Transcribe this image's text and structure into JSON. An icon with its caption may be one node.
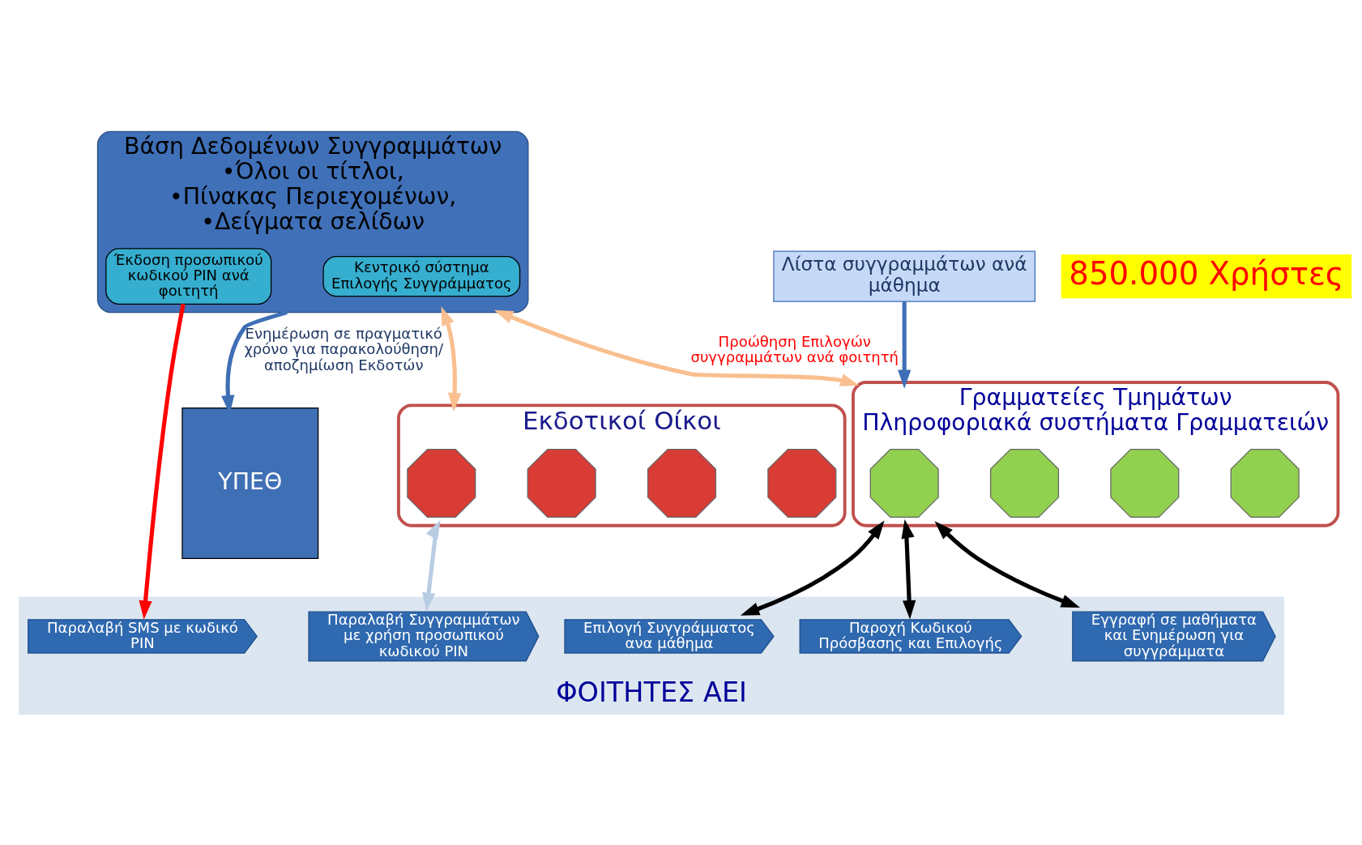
{
  "diagram": {
    "nodes": [
      {
        "text": [
          "ΥΠΕΘ"
        ]
      },
      {
        "text": [
          "Βάση Δεδομένων Συγγραμμάτων",
          "•Όλοι οι τίτλοι,",
          "•Πίνακας Περιεχομένων,",
          "•Δείγματα σελίδων"
        ]
      },
      {
        "text": [
          "Κεντρικό σύστημα",
          "Επιλογής Συγγράμματος"
        ],
        "in": 1
      },
      {
        "text": [
          "Έκδοση προσωπικού κωδικού PIN ανά φοιτητή"
        ],
        "in": 1
      },
      {
        "text": [
          "Εκδοτικοί Οίκοι"
        ]
      },
      {
        "text": [],
        "shape": "octagon",
        "in": 4
      },
      {
        "text": [],
        "shape": "octagon",
        "in": 4
      },
      {
        "text": [],
        "shape": "octagon",
        "in": 4
      },
      {
        "text": [],
        "shape": "octagon",
        "in": 4
      },
      {
        "text": [
          "Γραμματείες Τμημάτων",
          "Πληροφοριακά συστήματα Γραμματειών"
        ]
      },
      {
        "text": [],
        "shape": "octagon",
        "in": 9
      },
      {
        "text": [],
        "shape": "octagon",
        "in": 9
      },
      {
        "text": [],
        "shape": "octagon",
        "in": 9
      },
      {
        "text": [],
        "shape": "octagon",
        "in": 9
      },
      {
        "text": [
          "Λίστα συγγραμμάτων ανά μάθημα"
        ]
      },
      {
        "text": [
          "ΦΟΙΤΗΤΕΣ ΑΕΙ"
        ]
      },
      {
        "text": [
          "Παροχή Κωδικού Πρόσβασης και Επιλογής"
        ],
        "in": 15
      },
      {
        "text": [
          "Εγγραφή σε μαθήματα και Ενημέρωση για συγγράμματα"
        ],
        "in": 15
      },
      {
        "text": [
          "Επιλογή Συγγράμματος ανα μάθημα"
        ],
        "in": 15
      },
      {
        "text": [
          "Παραλαβή SMS με κωδικό PIN"
        ],
        "in": 15
      },
      {
        "text": [
          "Παραλαβή Συγγραμμάτων με χρήση προσωπικού κωδικού PIN"
        ],
        "in": 15
      },
      {
        "text": [
          "850.000 Χρήστες"
        ]
      }
    ],
    "edges": [
      {
        "from": 1,
        "to": 0,
        "arrow": "to",
        "color": "#3f6fb5",
        "label": "Ενημέρωση σε πραγματικό χρόνο για παρακολούθηση/ αποζημίωση Εκδοτών"
      },
      {
        "from": 1,
        "to": 4,
        "arrow": "both",
        "color": "#f9bf8f"
      },
      {
        "from": 1,
        "to": 9,
        "arrow": "both",
        "color": "#f9bf8f",
        "label": "Προώθηση Επιλογών συγγραμμάτων ανά φοιτητή"
      },
      {
        "from": 14,
        "to": 9,
        "arrow": "to",
        "color": "#3f6fb5"
      },
      {
        "from": 9,
        "to": 16,
        "arrow": "both"
      },
      {
        "from": 9,
        "to": 17,
        "arrow": "both"
      },
      {
        "from": 9,
        "to": 18,
        "arrow": "both"
      },
      {
        "from": 3,
        "to": 19,
        "arrow": "to",
        "color": "#ff0000"
      },
      {
        "from": 4,
        "to": 20,
        "arrow": "both",
        "color": "#b8cce4"
      }
    ]
  }
}
